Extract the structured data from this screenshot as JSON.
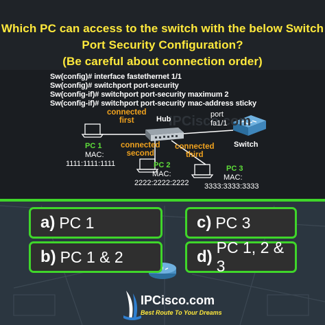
{
  "question": {
    "line1": "Which PC can access to the switch with the below Switch",
    "line2": "Port Security Configuration?",
    "line3": "(Be careful about connection order)"
  },
  "commands": [
    "Sw(config)# interface fastethernet 1/1",
    "Sw(config)# switchport port-security",
    "Sw(config-if)# switchport port-security maximum 2",
    "Sw(config-if)# switchport port-security mac-address sticky"
  ],
  "diagram": {
    "hub_label": "Hub",
    "port_label_1": "port",
    "port_label_2": "fa1/1",
    "switch_label": "Switch",
    "pc1": {
      "name": "PC 1",
      "mac_label": "MAC:",
      "mac": "1111:1111:1111"
    },
    "pc2": {
      "name": "PC 2",
      "mac_label": "MAC:",
      "mac": "2222:2222:2222"
    },
    "pc3": {
      "name": "PC 3",
      "mac_label": "MAC:",
      "mac": "3333:3333:3333"
    },
    "conn1_a": "connected",
    "conn1_b": "first",
    "conn2_a": "connected",
    "conn2_b": "second",
    "conn3_a": "connected",
    "conn3_b": "third",
    "watermark": "IPCisco.com"
  },
  "answers": [
    {
      "letter": "a)",
      "text": "PC 1"
    },
    {
      "letter": "c)",
      "text": "PC 3"
    },
    {
      "letter": "b)",
      "text": "PC 1 & 2"
    },
    {
      "letter": "d)",
      "text": "PC 1, 2 & 3"
    }
  ],
  "brand": {
    "name": "IPCisco.com",
    "tagline": "Best Route To Your Dreams"
  },
  "colors": {
    "question": "#ffe93c",
    "accent_green": "#3fd62a",
    "connection_orange": "#f0a21e",
    "pc_green": "#5fdf3a",
    "background": "#2b3640"
  }
}
